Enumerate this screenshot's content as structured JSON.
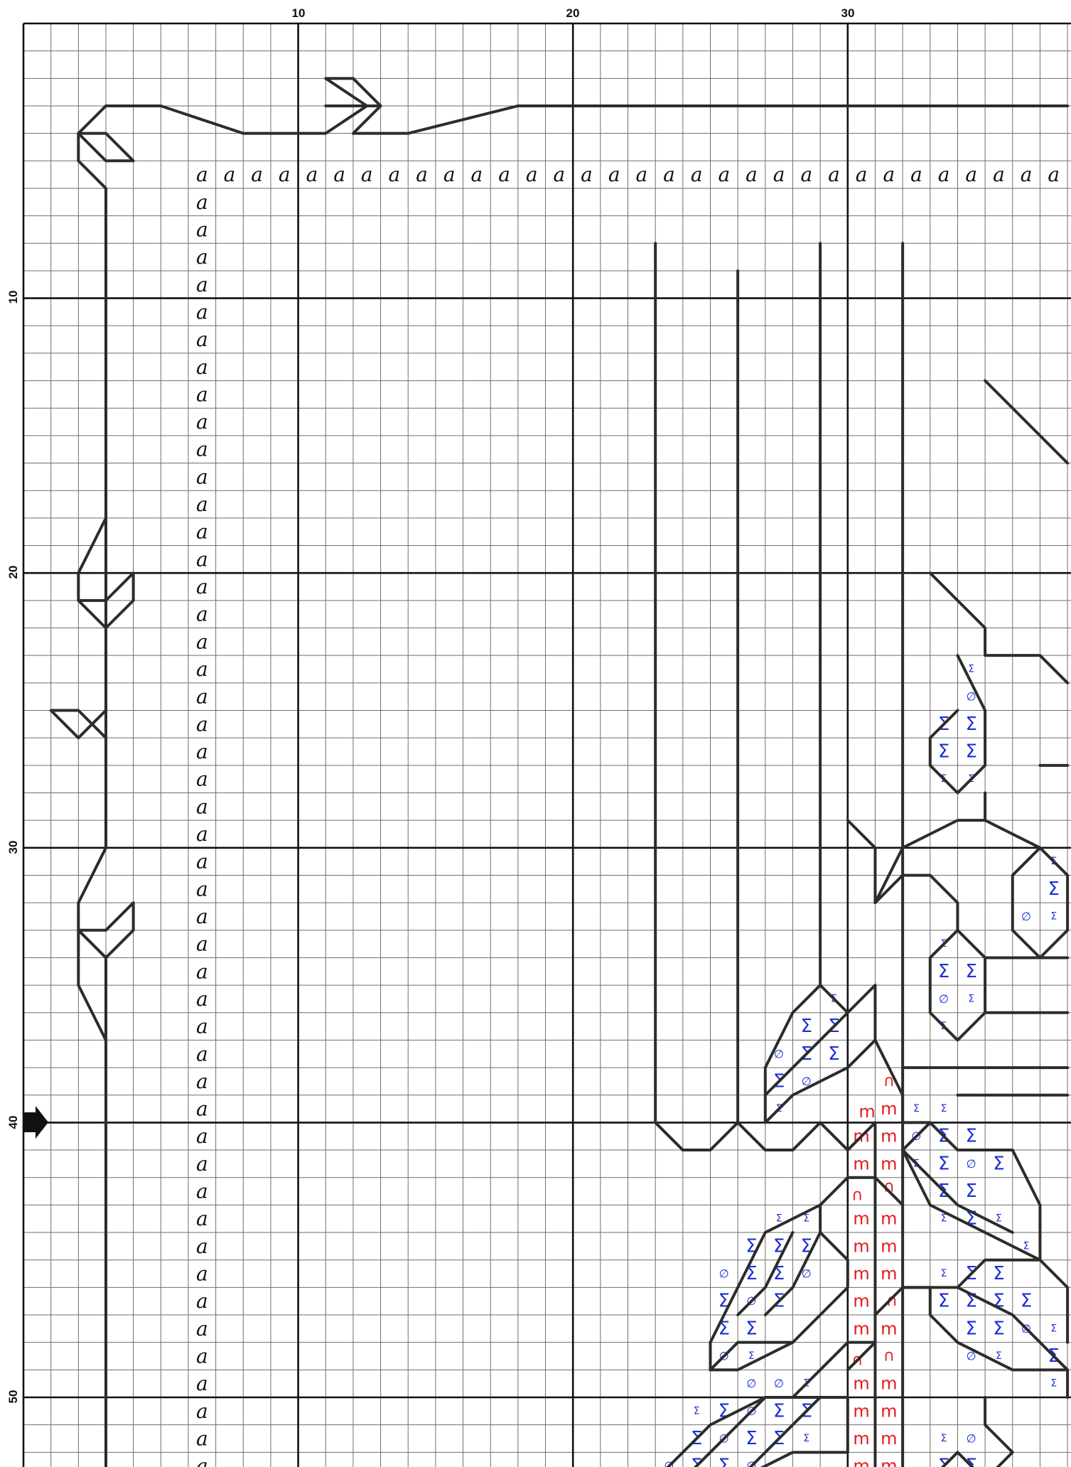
{
  "column_labels": [
    "10",
    "20",
    "30"
  ],
  "row_labels": [
    "10",
    "20",
    "30",
    "40",
    "50"
  ],
  "current_row_marker": "40",
  "grid": {
    "columns": 38,
    "rows": 53,
    "major_every": 10
  },
  "symbols": {
    "border_stitch": "a",
    "stem_stitch": "m",
    "stem_half_stitch": "∩",
    "leaf_stitch": "Σ",
    "leaf_quarter_stitch": "∅"
  },
  "colors": {
    "grid_minor": "#6e6e6e",
    "grid_major": "#111111",
    "backstitch": "#2b2d2b",
    "stem_symbol": "#e8191c",
    "leaf_symbol": "#1a2fd6"
  }
}
